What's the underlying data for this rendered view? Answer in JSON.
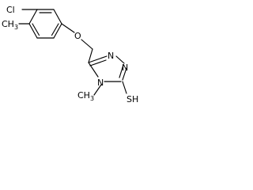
{
  "molecule": {
    "atoms": {
      "chlorine": "Cl",
      "oxygen": "O",
      "nitrogen_3": "N",
      "nitrogen_4": "N",
      "nitrogen_1": "N",
      "thiol": "SH"
    },
    "methyl_groups": [
      {
        "position": "aryl",
        "value": "CH3"
      },
      {
        "position": "N-4",
        "value": "CH3"
      }
    ]
  }
}
